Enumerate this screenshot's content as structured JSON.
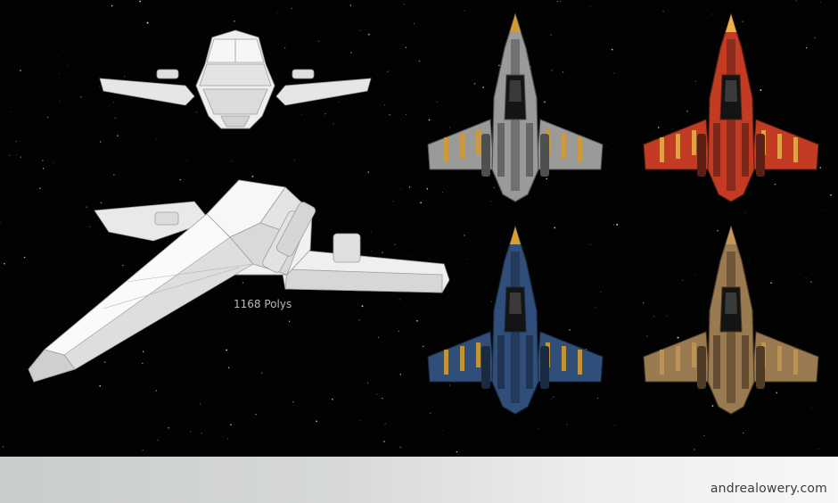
{
  "model": {
    "poly_count_label": "1168 Polys"
  },
  "footer": {
    "site": "andrealowery.com"
  },
  "variants": [
    {
      "name": "steel",
      "base": "#9a9a98",
      "dark": "#4e4f50",
      "accent": "#d49a2c"
    },
    {
      "name": "red",
      "base": "#c23b22",
      "dark": "#5c1f16",
      "accent": "#e8b44a"
    },
    {
      "name": "blue",
      "base": "#2f4f7a",
      "dark": "#1a2a40",
      "accent": "#d9a02b"
    },
    {
      "name": "tan",
      "base": "#9a7a50",
      "dark": "#4d3b25",
      "accent": "#c29858"
    }
  ],
  "colors": {
    "space": "#020203",
    "wireframe": "#e6e6e6",
    "wireframe_shade": "#bdbdbd",
    "label": "#b9b9b9",
    "footer_text": "#3d3d3d"
  }
}
